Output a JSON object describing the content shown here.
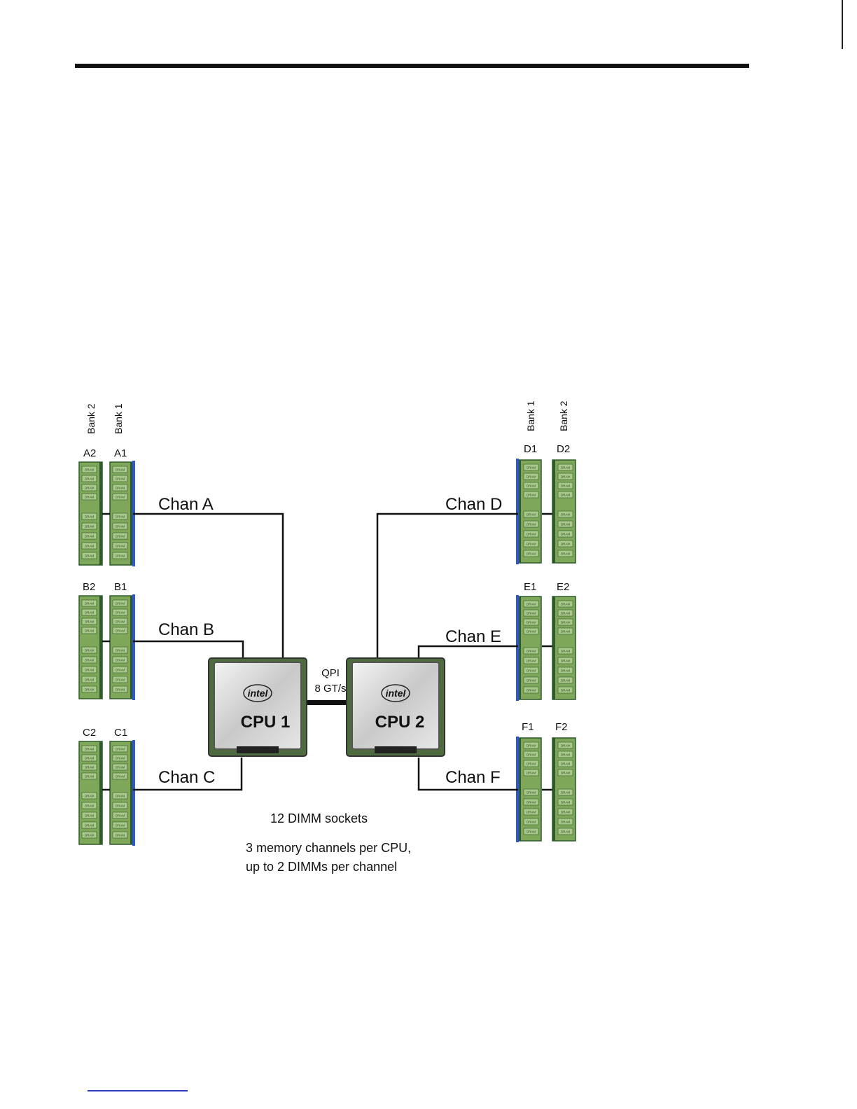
{
  "diagram": {
    "banks": {
      "bank1": "Bank 1",
      "bank2": "Bank 2"
    },
    "dimm_slots": {
      "A2": "A2",
      "A1": "A1",
      "B2": "B2",
      "B1": "B1",
      "C2": "C2",
      "C1": "C1",
      "D1": "D1",
      "D2": "D2",
      "E1": "E1",
      "E2": "E2",
      "F1": "F1",
      "F2": "F2"
    },
    "dram_chip_label": "DRAM",
    "channels": {
      "A": "Chan A",
      "B": "Chan B",
      "C": "Chan C",
      "D": "Chan D",
      "E": "Chan E",
      "F": "Chan F"
    },
    "cpus": {
      "cpu1": {
        "label": "CPU 1",
        "brand": "intel"
      },
      "cpu2": {
        "label": "CPU 2",
        "brand": "intel"
      }
    },
    "interconnect": {
      "name": "QPI",
      "speed": "8 GT/s"
    },
    "notes": {
      "socket_count": "12 DIMM sockets",
      "channels_line1": "3 memory channels per CPU,",
      "channels_line2": "up to 2 DIMMs per channel"
    },
    "colors": {
      "dimm_green": "#7fa75a",
      "dimm_edge": "#2f5a2a",
      "bank1_stripe": "#2c55d8",
      "cpu_outline": "#3c3c3c",
      "link_line": "#111111",
      "footer_link": "#2f3ec9"
    }
  }
}
